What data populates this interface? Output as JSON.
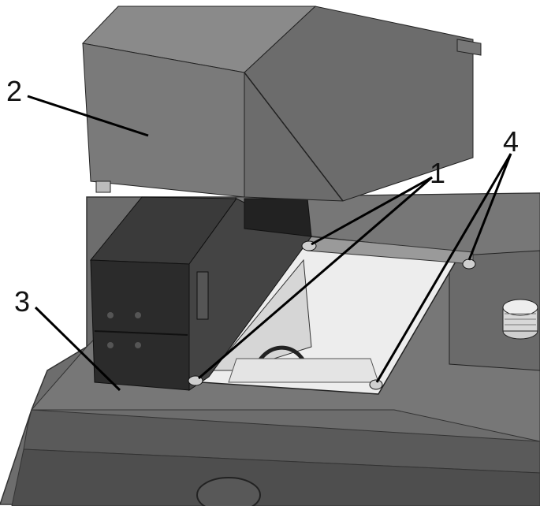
{
  "callouts": [
    {
      "id": "1",
      "label": "1"
    },
    {
      "id": "2",
      "label": "2"
    },
    {
      "id": "3",
      "label": "3"
    },
    {
      "id": "4",
      "label": "4"
    }
  ],
  "colors": {
    "housing": "#6f6f6f",
    "housing_dark": "#4a4a4a",
    "cover": "#7a7a7a",
    "cover_dark": "#5e5e5e",
    "module": "#2b2b2b",
    "bracket": "#d9d9d9",
    "background": "#ffffff"
  }
}
